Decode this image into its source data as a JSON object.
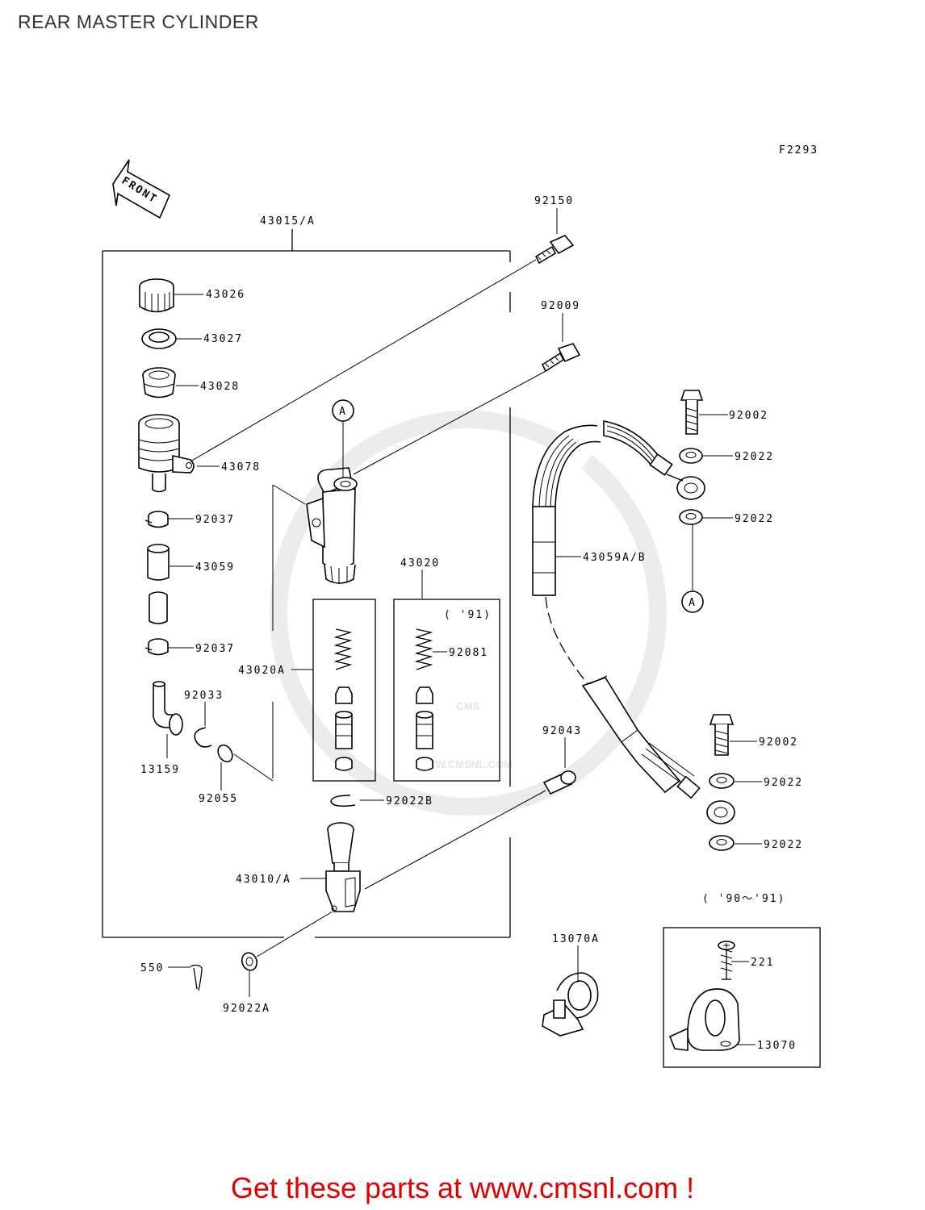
{
  "header": {
    "title": "REAR MASTER CYLINDER"
  },
  "diagram": {
    "figure_code": "F2293",
    "front_arrow": "FRONT",
    "watermark": "WWW.CMSNL.COM",
    "parts": [
      {
        "id": "43015_A",
        "label": "43015/A"
      },
      {
        "id": "92150",
        "label": "92150"
      },
      {
        "id": "43026",
        "label": "43026"
      },
      {
        "id": "92009",
        "label": "92009"
      },
      {
        "id": "43027",
        "label": "43027"
      },
      {
        "id": "43028",
        "label": "43028"
      },
      {
        "id": "92002_top",
        "label": "92002"
      },
      {
        "id": "92022_top1",
        "label": "92022"
      },
      {
        "id": "43078",
        "label": "43078"
      },
      {
        "id": "92022_top2",
        "label": "92022"
      },
      {
        "id": "92037_top",
        "label": "92037"
      },
      {
        "id": "43059A_B",
        "label": "43059A/B"
      },
      {
        "id": "43020",
        "label": "43020"
      },
      {
        "id": "43059",
        "label": "43059"
      },
      {
        "id": "92081",
        "label": "92081"
      },
      {
        "id": "92037_bot",
        "label": "92037"
      },
      {
        "id": "43020A",
        "label": "43020A"
      },
      {
        "id": "92033",
        "label": "92033"
      },
      {
        "id": "92043",
        "label": "92043"
      },
      {
        "id": "92002_bot",
        "label": "92002"
      },
      {
        "id": "13159",
        "label": "13159"
      },
      {
        "id": "92022_bot1",
        "label": "92022"
      },
      {
        "id": "92055",
        "label": "92055"
      },
      {
        "id": "92022B",
        "label": "92022B"
      },
      {
        "id": "92022_bot2",
        "label": "92022"
      },
      {
        "id": "43010_A",
        "label": "43010/A"
      },
      {
        "id": "13070A",
        "label": "13070A"
      },
      {
        "id": "550",
        "label": "550"
      },
      {
        "id": "221",
        "label": "221"
      },
      {
        "id": "92022A",
        "label": "92022A"
      },
      {
        "id": "13070",
        "label": "13070"
      }
    ],
    "callouts": [
      {
        "id": "A_cyl",
        "label": "A"
      },
      {
        "id": "A_hose",
        "label": "A"
      }
    ],
    "notes": [
      {
        "id": "year_91",
        "label": "( '91)"
      },
      {
        "id": "year_90_91",
        "label": "( '90～'91)"
      }
    ]
  },
  "footer": {
    "link_text": "Get these parts at www.cmsnl.com !"
  }
}
